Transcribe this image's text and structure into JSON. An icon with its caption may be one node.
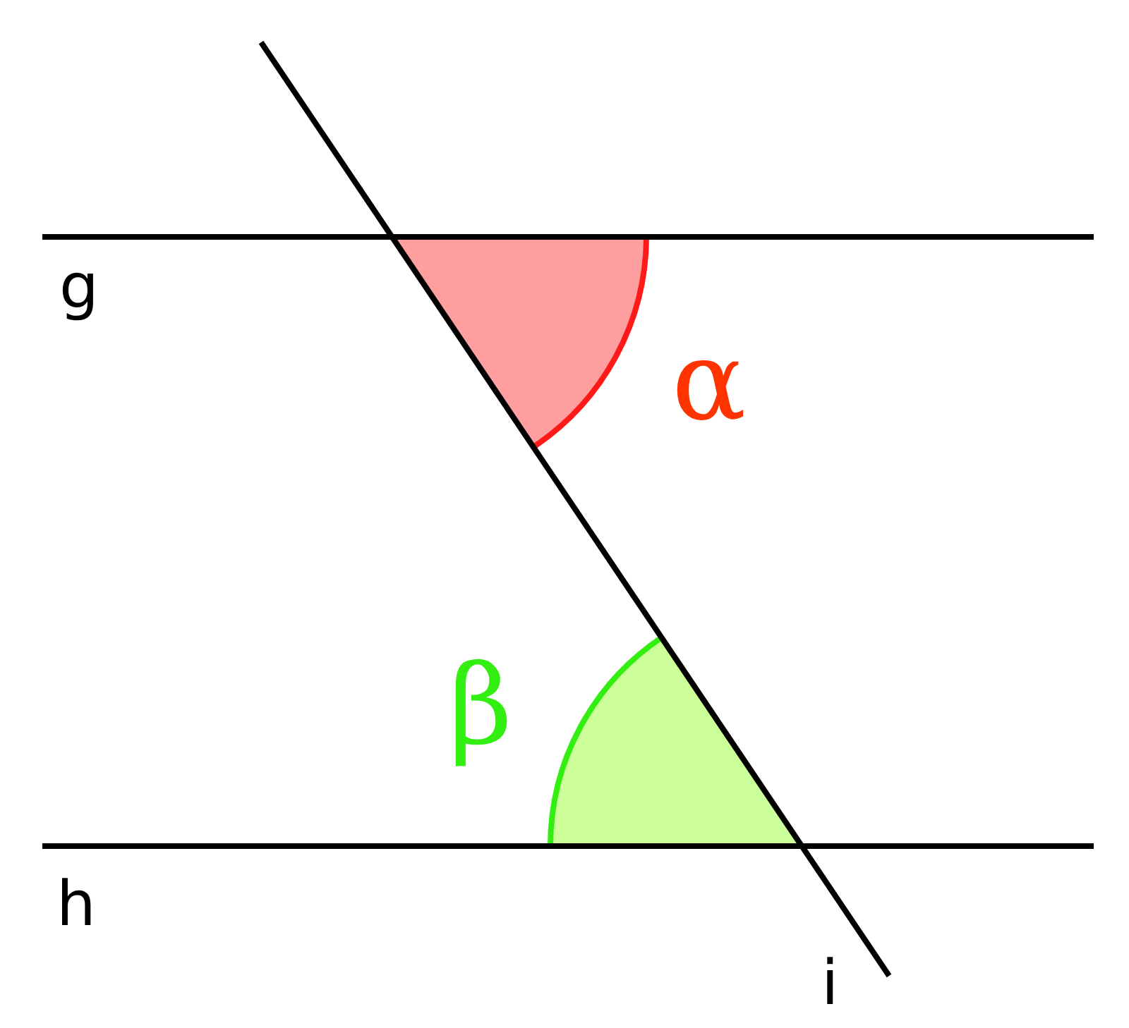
{
  "diagram": {
    "labels": [
      "g",
      "α",
      "β",
      "h",
      "i"
    ]
  }
}
